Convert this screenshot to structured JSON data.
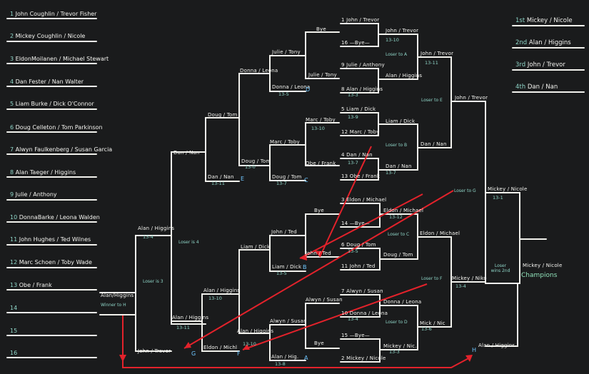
{
  "players": [
    {
      "num": "1",
      "name": "John Coughlin / Trevor Fisher"
    },
    {
      "num": "2",
      "name": "Mickey Coughlin / Nicole"
    },
    {
      "num": "3",
      "name": "EldonMoilanen / Michael Stewart"
    },
    {
      "num": "4",
      "name": "Dan Fester / Nan Walter"
    },
    {
      "num": "5",
      "name": "Liam Burke / Dick O'Connor"
    },
    {
      "num": "6",
      "name": "Doug Celleton / Tom Parkinson"
    },
    {
      "num": "7",
      "name": "Alwyn Faulkenberg / Susan Garcia"
    },
    {
      "num": "8",
      "name": "Alan Taeger / Higgins"
    },
    {
      "num": "9",
      "name": "Julie / Anthony"
    },
    {
      "num": "10",
      "name": "DonnaBarke / Leona Walden"
    },
    {
      "num": "11",
      "name": "John Hughes / Ted Wilnes"
    },
    {
      "num": "12",
      "name": "Marc Schoen / Toby Wade"
    },
    {
      "num": "13",
      "name": "Obe / Frank"
    },
    {
      "num": "14",
      "name": ""
    },
    {
      "num": "15",
      "name": ""
    },
    {
      "num": "16",
      "name": ""
    }
  ],
  "results": [
    {
      "rank": "1st",
      "name": "Mickey / Nicole"
    },
    {
      "rank": "2nd",
      "name": "Alan / Higgins"
    },
    {
      "rank": "3rd",
      "name": "John / Trevor"
    },
    {
      "rank": "4th",
      "name": "Dan / Nan"
    }
  ],
  "champions_label": "Champions",
  "bracket": {
    "john_trevor_r1": "1 John / Trevor",
    "bye_1": "Bye",
    "bye_slot_1": "16 —Bye—",
    "julie_anthony_r1": "9 Julie / Anthony",
    "alan_higgins_r1": "8 Alan / Higgins",
    "liam_dick_r1": "5 Liam / Dick",
    "marc_toby_r1": "12 Marc / Toby",
    "dan_nan_r1": "4 Dan / Nan",
    "obe_frank_r1": "13 Obe / Frank",
    "eldon_michael_r1": "3 Eldon / Michael",
    "bye_slot_2": "14 —Bye—",
    "doug_tom_r1": "6 Doug / Tom",
    "john_ted_r1": "11 John / Ted",
    "alwyn_susan_r1": "7 Alwyn / Susan",
    "donna_leona_r1": "10 Donna / Leona",
    "bye_slot_3": "15 —Bye—",
    "mickey_nicole_r1": "2 Mickey / Nicole",
    "w2_1": "John / Trevor",
    "w2_2": "Alan / Higgins",
    "w2_3": "Liam / Dick",
    "w2_4": "Dan / Nan",
    "w2_5": "Eldon / Michael",
    "w2_6": "Doug / Tom",
    "w2_7": "Donna / Leona",
    "w2_8": "Mickey / Nic.",
    "w3_1": "John / Trevor",
    "w3_2": "Dan / Nan",
    "w3_3": "Eldon / Michael",
    "w3_4": "Mick / Nic",
    "w4_1": "John / Trevor",
    "w4_2": "Mickey / Niko",
    "final_winner": "Mickey / Nicole",
    "champ_name": "Mickey / Nicole",
    "l1_bye": "Bye",
    "l1_julie": "Julie / Tony",
    "l1_marc": "Marc / Toby",
    "l1_obe": "Obe / Frank",
    "l1_bye2": "Bye",
    "l1_john_ted": "John / Ted",
    "l1_alwyn": "Alwyn / Susan",
    "l1_bye3": "Bye",
    "l2_julie": "Julie / Tony",
    "l2_donna": "Donna / Leona",
    "l2_marc": "Marc / Toby",
    "l2_doug": "Doug / Tom",
    "l2_john_ted": "John / Ted",
    "l2_liam": "Liam / Dick",
    "l2_alwyn": "Alwyn / Susan",
    "l2_alan": "Alan / Hig.",
    "l3_donna": "Donna / Leona",
    "l3_doug": "Doug / Tom",
    "l3_liam": "Liam / Dick",
    "l3_alan": "Alan / Higgins",
    "l3_alan_h": "Alan / Higgins",
    "l4_doug": "Doug / Tom",
    "l4_dan": "Dan / Nan",
    "l4_alan": "Alan / Higgins",
    "l4_alan2": "Alan / Higgins",
    "l5_dan": "Dan / Nan",
    "l5_alan": "Alan / Higgins",
    "l5_john": "John / Trevor",
    "l5_eldon": "Eldon / Michl",
    "final_alan": "Alan / Higgins",
    "mickey_nicole_f": "Mickey / Nicole"
  },
  "scores": {
    "s1": "13-10",
    "s2": "13-11",
    "s3": "13-3",
    "s4": "13-5",
    "s5": "13-9",
    "s6": "13-10",
    "s7": "13-7",
    "s8": "13-7",
    "s9": "13-0",
    "s10": "13-7",
    "s11": "13-11",
    "s12": "13-12",
    "s13": "13-5",
    "s14": "13-5",
    "s15": "13-4",
    "s16": "13-6",
    "s17": "13-3",
    "s18": "13-10",
    "s19": "13-10",
    "s20": "13-4",
    "s21": "13-11",
    "s22": "13-8",
    "s23": "13-1",
    "s24": "13-4"
  },
  "notes": {
    "loser_a": "Loser to A",
    "loser_b": "Loser to B",
    "loser_c": "Loser to C",
    "loser_d": "Loser to D",
    "loser_e": "Loser to E",
    "loser_f": "Loser to F",
    "loser_g": "Loser to G",
    "loser_is_4": "Loser is 4",
    "loser_is_3": "Loser is 3",
    "loser_wins_2nd": "Loser wins 2nd",
    "winner_to_h": "Winner to H",
    "alan_higgins_note": "Alan/Higgins"
  },
  "letters": {
    "d": "D",
    "e": "E",
    "c": "C",
    "b": "B",
    "a": "A",
    "f": "F",
    "g": "G",
    "h": "H"
  },
  "colors": {
    "board": "#1a1b1c",
    "chalk": "#f4f4f0",
    "teal": "#8fd6c8",
    "arrow": "#e3222b",
    "letter": "#6ec6ff"
  }
}
